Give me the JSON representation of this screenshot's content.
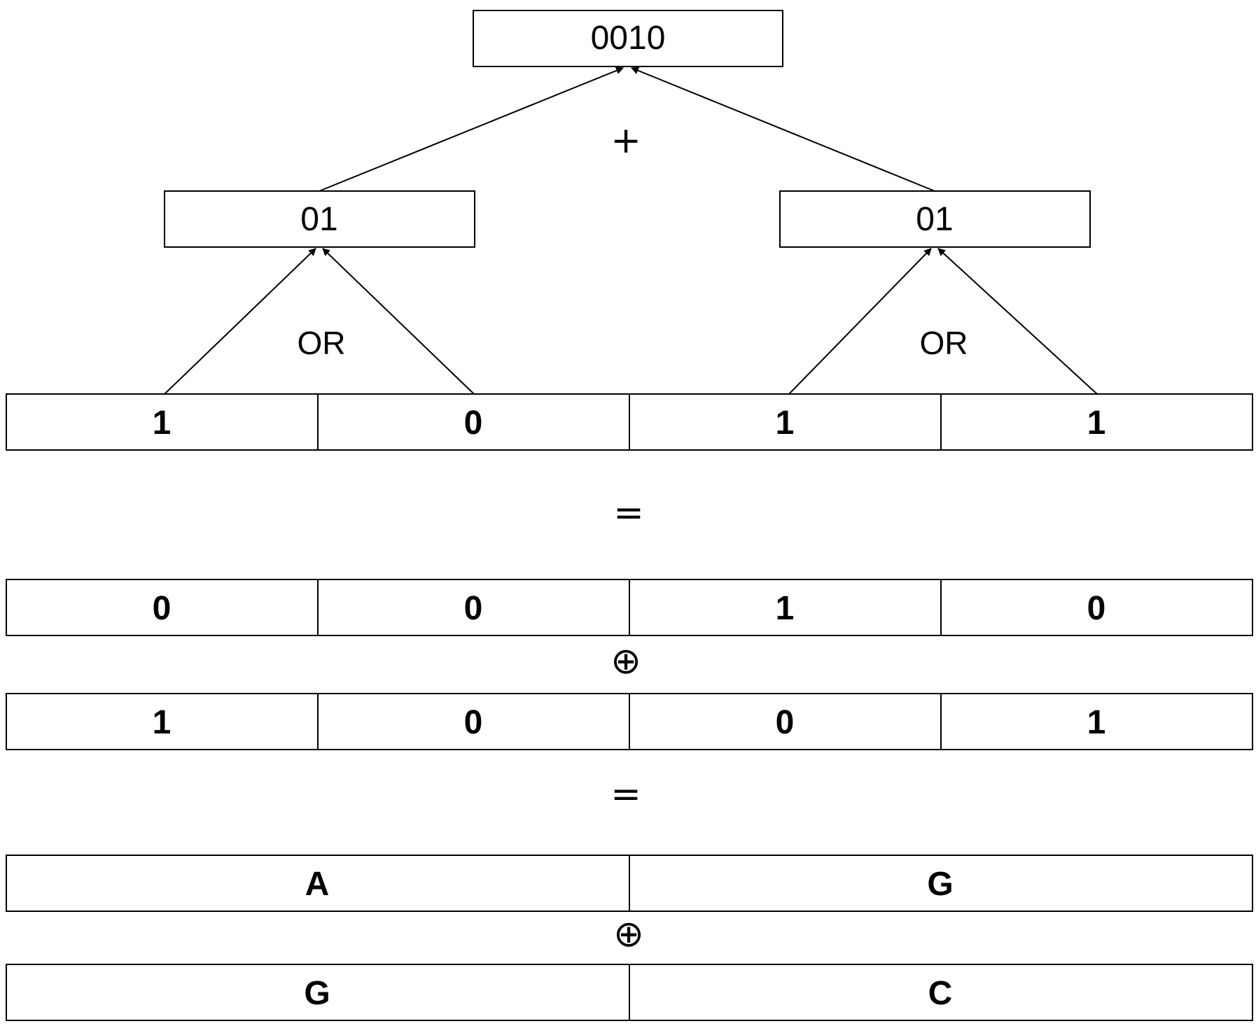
{
  "tree": {
    "root": "0010",
    "plus": "+",
    "left_node": "01",
    "right_node": "01",
    "left_op": "OR",
    "right_op": "OR"
  },
  "rows": {
    "input_bits": [
      "1",
      "0",
      "1",
      "1"
    ],
    "equals_1": "=",
    "result_bits": [
      "0",
      "0",
      "1",
      "0"
    ],
    "xor_1": "⊕",
    "key_bits": [
      "1",
      "0",
      "0",
      "1"
    ],
    "equals_2": "=",
    "bases_top": [
      "A",
      "G"
    ],
    "xor_2": "⊕",
    "bases_bottom": [
      "G",
      "C"
    ]
  }
}
